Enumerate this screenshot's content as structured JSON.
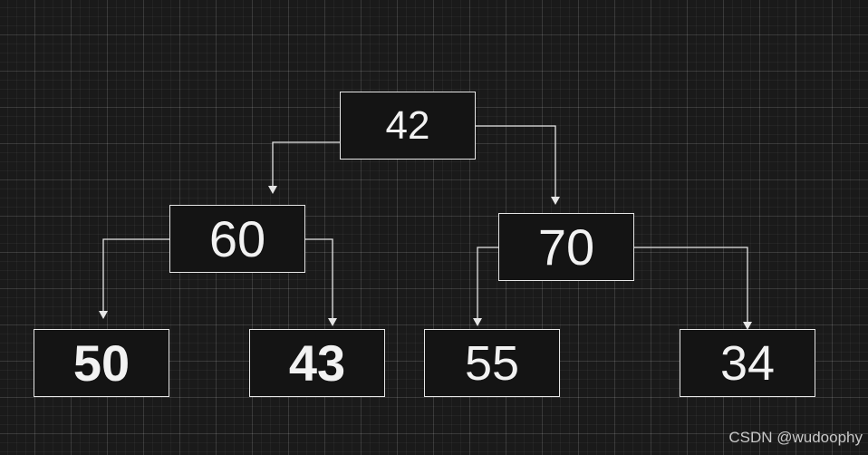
{
  "diagram": {
    "type": "binary-tree",
    "colors": {
      "background": "#1a1a1a",
      "node_fill": "#141414",
      "stroke": "#e6e6e6",
      "text": "#f2f2f2"
    },
    "nodes": [
      {
        "id": "n42",
        "label": "42",
        "bold": false
      },
      {
        "id": "n60",
        "label": "60",
        "bold": false
      },
      {
        "id": "n70",
        "label": "70",
        "bold": false
      },
      {
        "id": "n50",
        "label": "50",
        "bold": true
      },
      {
        "id": "n43",
        "label": "43",
        "bold": true
      },
      {
        "id": "n55",
        "label": "55",
        "bold": false
      },
      {
        "id": "n34",
        "label": "34",
        "bold": false
      }
    ],
    "edges": [
      {
        "from": "n42",
        "to": "n60"
      },
      {
        "from": "n42",
        "to": "n70"
      },
      {
        "from": "n60",
        "to": "n50"
      },
      {
        "from": "n60",
        "to": "n43"
      },
      {
        "from": "n70",
        "to": "n55"
      },
      {
        "from": "n70",
        "to": "n34"
      }
    ]
  },
  "watermark": "CSDN @wudoophy"
}
